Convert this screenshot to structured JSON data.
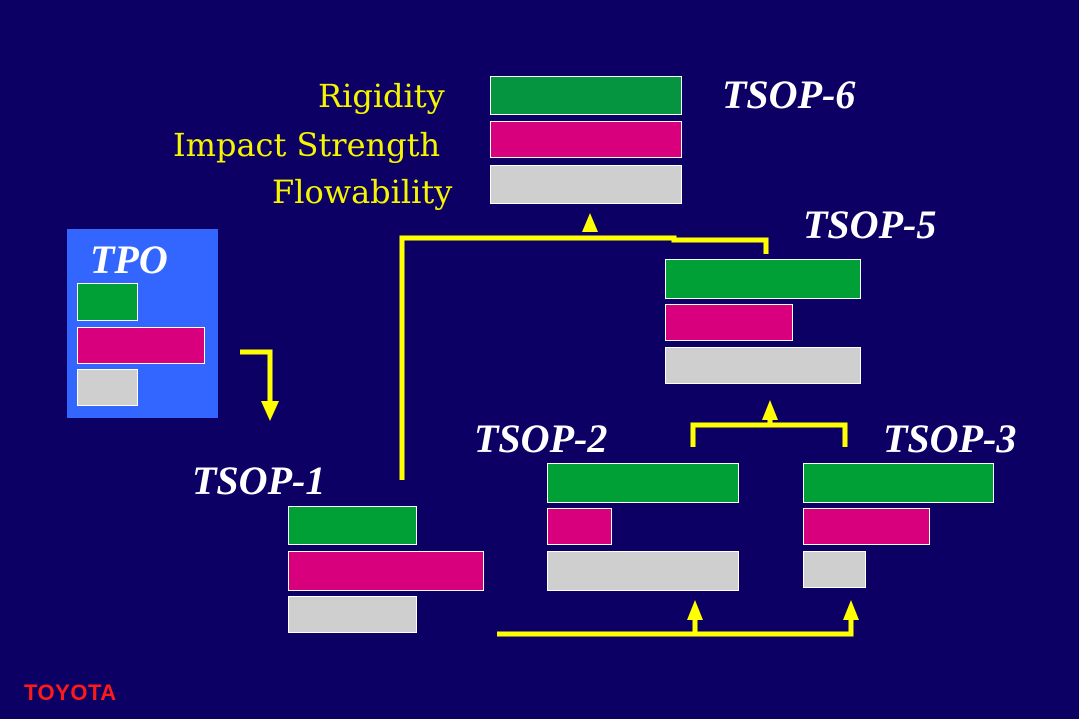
{
  "legend": {
    "rigidity": "Rigidity",
    "impact_strength": "Impact Strength",
    "flowability": "Flowability"
  },
  "grades": {
    "tpo": "TPO",
    "tsop1": "TSOP-1",
    "tsop2": "TSOP-2",
    "tsop3": "TSOP-3",
    "tsop5": "TSOP-5",
    "tsop6": "TSOP-6"
  },
  "brand": "TOYOTA",
  "colors": {
    "background": "#0c0064",
    "rigidity": "#00a037",
    "impact_strength": "#d8007d",
    "flowability": "#cfcfcf",
    "legend_text": "#f5f500",
    "arrow": "#ffff00",
    "tpo_panel": "#3366ff",
    "brand": "#ff1a1a"
  }
}
